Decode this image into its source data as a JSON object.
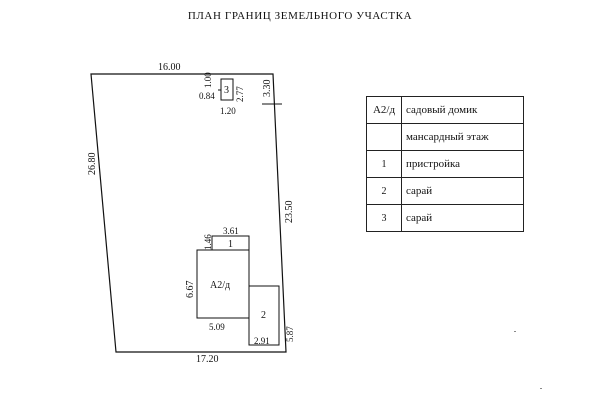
{
  "title": "ПЛАН  ГРАНИЦ ЗЕМЕЛЬНОГО УЧАСТКА",
  "plot": {
    "dim_top": "16.00",
    "dim_left": "26.80",
    "dim_right_upper": "3.30",
    "dim_right": "23.50",
    "dim_bottom": "17.20",
    "dim_right_lower": "5.87"
  },
  "building3": {
    "label": "3",
    "dim_top": "1.00",
    "dim_right": "2.77",
    "dim_left": "0.84",
    "dim_bottom": "1.20"
  },
  "building1": {
    "label": "1",
    "dim_left": "1.46",
    "dim_top": "3.61"
  },
  "house": {
    "label": "А2/д",
    "dim_left": "6.67",
    "dim_bottom": "5.09"
  },
  "building2": {
    "label": "2",
    "dim_bottom": "2.91"
  },
  "legend": [
    {
      "code": "А2/д",
      "desc": "садовый домик"
    },
    {
      "code": "",
      "desc": "мансардный этаж"
    },
    {
      "code": "1",
      "desc": "пристройка"
    },
    {
      "code": "2",
      "desc": "сарай"
    },
    {
      "code": "3",
      "desc": "сарай"
    }
  ]
}
